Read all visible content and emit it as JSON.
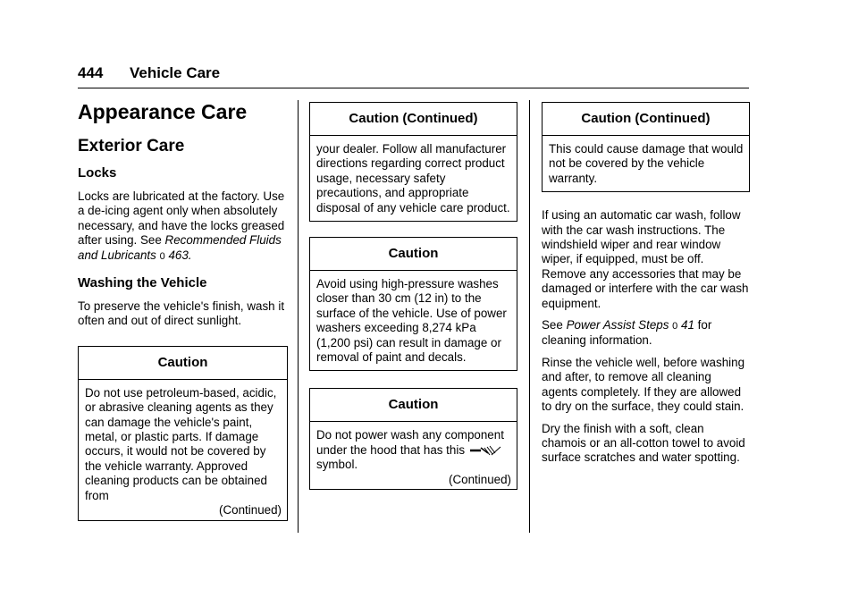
{
  "header": {
    "page_number": "444",
    "section_title": "Vehicle Care"
  },
  "col1": {
    "title": "Appearance Care",
    "subtitle": "Exterior Care",
    "locks_heading": "Locks",
    "locks_text": "Locks are lubricated at the factory. Use a de-icing agent only when absolutely necessary, and have the locks greased after using. See",
    "locks_ref": "Recommended Fluids and Lubricants",
    "locks_ref_arrow": "0",
    "locks_ref_page": "463",
    "locks_ref_end": ".",
    "washing_heading": "Washing the Vehicle",
    "washing_text": "To preserve the vehicle's finish, wash it often and out of direct sunlight.",
    "caution1_title": "Caution",
    "caution1_text": "Do not use petroleum-based, acidic, or abrasive cleaning agents as they can damage the vehicle's paint, metal, or plastic parts. If damage occurs, it would not be covered by the vehicle warranty. Approved cleaning products can be obtained from",
    "caution1_continued": "(Continued)"
  },
  "col2": {
    "caution1_title": "Caution  (Continued)",
    "caution1_text": "your dealer. Follow all manufacturer directions regarding correct product usage, necessary safety precautions, and appropriate disposal of any vehicle care product.",
    "caution2_title": "Caution",
    "caution2_text": "Avoid using high-pressure washes closer than 30 cm (12 in) to the surface of the vehicle. Use of power washers exceeding 8,274 kPa (1,200 psi) can result in damage or removal of paint and decals.",
    "caution3_title": "Caution",
    "caution3_text": "Do not power wash any component under the hood that has this",
    "caution3_text_end": "symbol.",
    "caution3_continued": "(Continued)"
  },
  "col3": {
    "caution_title": "Caution  (Continued)",
    "caution_text": "This could cause damage that would not be covered by the vehicle warranty.",
    "p1": "If using an automatic car wash, follow with the car wash instructions. The windshield wiper and rear window wiper, if equipped, must be off. Remove any accessories that may be damaged or interfere with the car wash equipment.",
    "p2_start": "See",
    "p2_ref": "Power Assist Steps",
    "p2_arrow": "0",
    "p2_page": "41",
    "p2_end": "for cleaning information.",
    "p3": "Rinse the vehicle well, before washing and after, to remove all cleaning agents completely. If they are allowed to dry on the surface, they could stain.",
    "p4": "Dry the finish with a soft, clean chamois or an all-cotton towel to avoid surface scratches and water spotting."
  }
}
